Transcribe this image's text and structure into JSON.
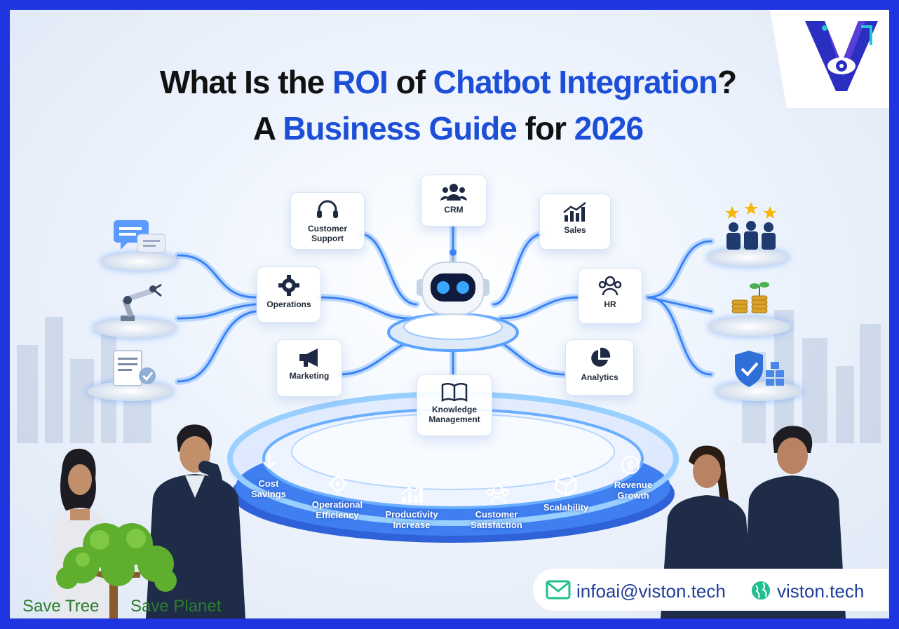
{
  "title": {
    "line1_part1": "What Is the ",
    "line1_part2": "ROI",
    "line1_part3": " of ",
    "line1_part4": "Chatbot Integration",
    "line1_part5": "?",
    "line2_part1": "A ",
    "line2_part2": "Business Guide",
    "line2_part3": " for ",
    "line2_part4": "2026"
  },
  "cards": {
    "customer_support": "Customer Support",
    "crm": "CRM",
    "sales": "Sales",
    "operations": "Operations",
    "hr": "HR",
    "marketing": "Marketing",
    "analytics": "Analytics",
    "knowledge_management": "Knowledge Management"
  },
  "benefits": {
    "cost_savings": "Cost Savings",
    "operational_efficiency": "Operational Efficiency",
    "productivity_increase": "Productivity Increase",
    "customer_satisfaction": "Customer Satisfaction",
    "scalability": "Scalability",
    "revenue_growth": "Revenue Growth"
  },
  "footer": {
    "email": "infoai@viston.tech",
    "website": "viston.tech",
    "save_tree": "Save Tree",
    "save_planet": "Save Planet"
  },
  "colors": {
    "brand_blue": "#1d4ed8",
    "frame_blue": "#1e35e0",
    "glow_blue": "#3b82f6",
    "email_icon": "#1fbf8f",
    "globe_icon": "#1fbf8f",
    "save_green": "#2d7d2d"
  },
  "icons": [
    "logo-v-eye-icon",
    "headset-icon",
    "people-icon",
    "bar-chart-icon",
    "gear-icon",
    "team-icon",
    "megaphone-icon",
    "pie-chart-icon",
    "book-icon",
    "chat-bubbles-icon",
    "robot-arm-icon",
    "document-check-icon",
    "stars-team-icon",
    "coins-plant-icon",
    "shield-check-icon",
    "robot-icon",
    "envelope-icon",
    "globe-icon",
    "tree-icon"
  ]
}
